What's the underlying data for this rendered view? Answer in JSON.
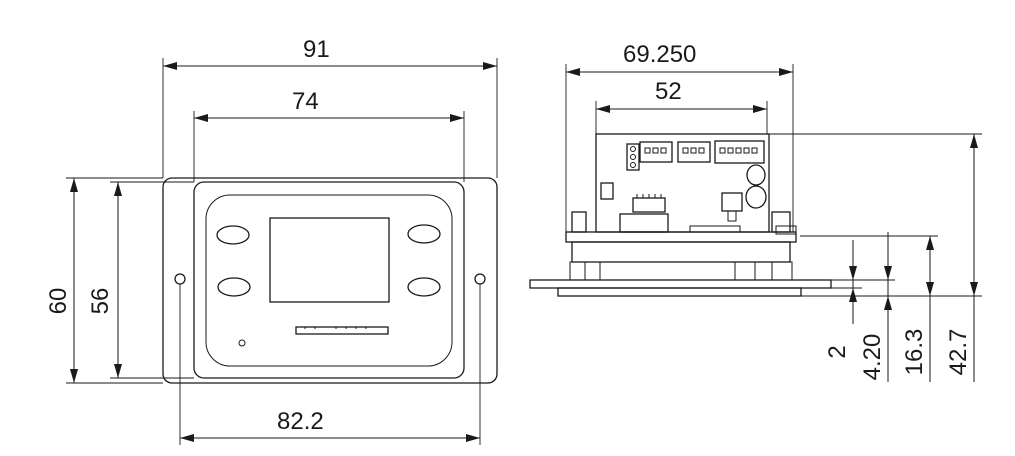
{
  "front_view": {
    "overall_width": "91",
    "bezel_width": "74",
    "hole_spacing": "82.2",
    "overall_height": "60",
    "bezel_height": "56"
  },
  "side_view": {
    "depth": "69.250",
    "pcb_depth": "52",
    "plate_thickness": "2",
    "standoff_height": "4.20",
    "board_height": "16.3",
    "total_height": "42.7"
  }
}
